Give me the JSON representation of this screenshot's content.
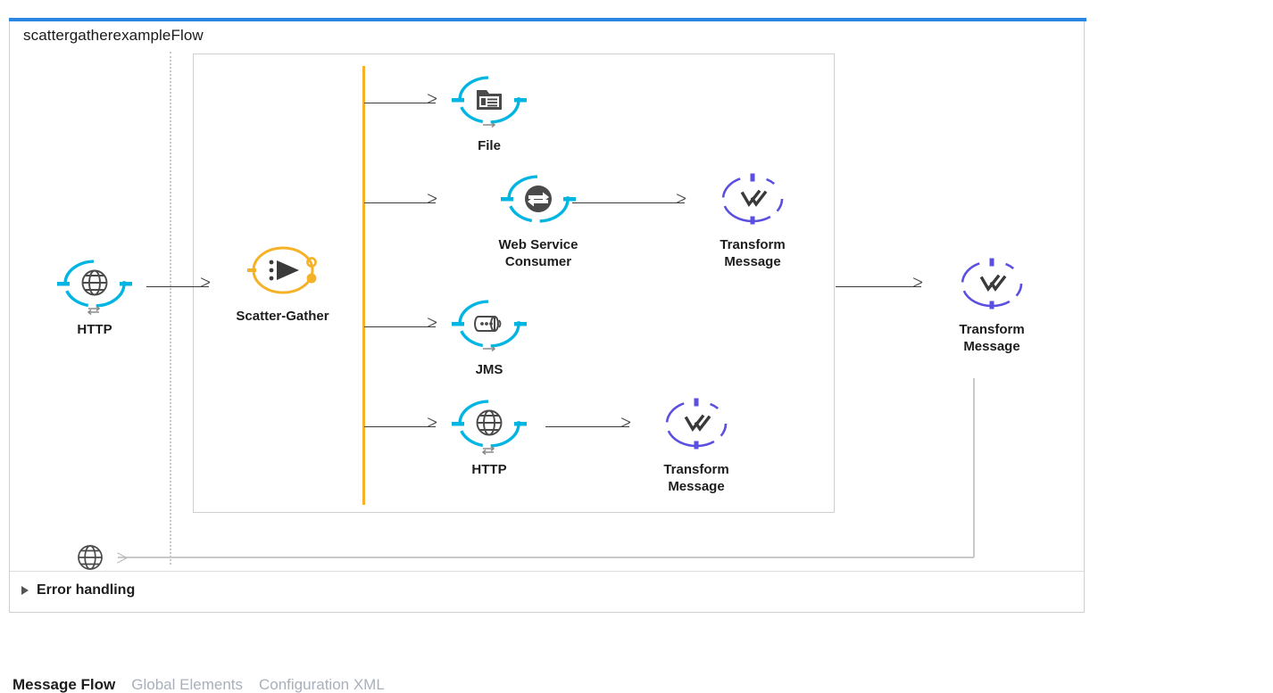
{
  "flow": {
    "title": "scattergatherexampleFlow",
    "accent_blue": "#2986e2",
    "connector_cyan": "#00b5e2",
    "transform_purple": "#5a4fe0",
    "scatter_orange": "#f5b227"
  },
  "nodes": {
    "http_source": {
      "label": "HTTP",
      "icon": "globe-icon",
      "type": "connector"
    },
    "scatter_gather": {
      "label": "Scatter-Gather",
      "icon": "scatter-gather-icon",
      "type": "router"
    },
    "file": {
      "label": "File",
      "icon": "file-icon",
      "type": "connector"
    },
    "web_service": {
      "label": "Web Service\nConsumer",
      "icon": "web-service-consumer-icon",
      "type": "connector"
    },
    "transform_ws": {
      "label": "Transform\nMessage",
      "icon": "transform-message-icon",
      "type": "transform"
    },
    "jms": {
      "label": "JMS",
      "icon": "jms-icon",
      "type": "connector"
    },
    "http_route": {
      "label": "HTTP",
      "icon": "globe-icon",
      "type": "connector"
    },
    "transform_http": {
      "label": "Transform\nMessage",
      "icon": "transform-message-icon",
      "type": "transform"
    },
    "transform_out": {
      "label": "Transform\nMessage",
      "icon": "transform-message-icon",
      "type": "transform"
    }
  },
  "error_handling": {
    "label": "Error handling",
    "expanded": false
  },
  "tabs": [
    {
      "label": "Message Flow",
      "active": true
    },
    {
      "label": "Global Elements",
      "active": false
    },
    {
      "label": "Configuration XML",
      "active": false
    }
  ]
}
